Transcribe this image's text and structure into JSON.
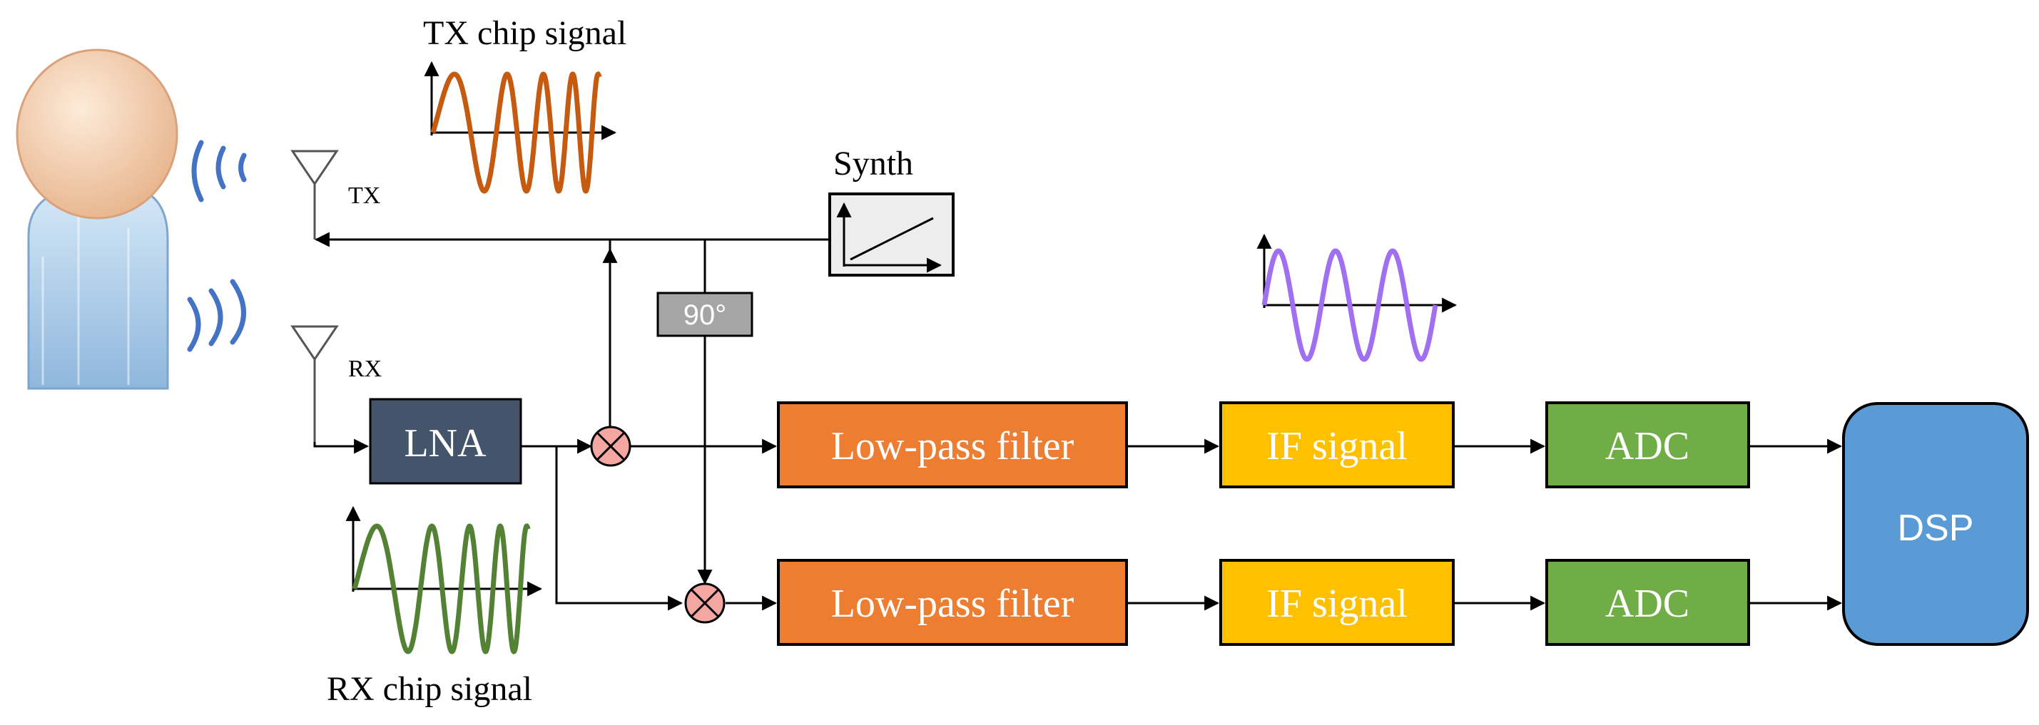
{
  "labels": {
    "tx_chip_signal": "TX chip signal",
    "rx_chip_signal": "RX chip signal",
    "tx": "TX",
    "rx": "RX",
    "synth": "Synth",
    "phase_shift": "90°"
  },
  "blocks": {
    "lna": "LNA",
    "lpf_top": "Low-pass filter",
    "lpf_bottom": "Low-pass filter",
    "if_top": "IF signal",
    "if_bottom": "IF signal",
    "adc_top": "ADC",
    "adc_bottom": "ADC",
    "dsp": "DSP"
  },
  "colors": {
    "tx_wave": "#C55A11",
    "rx_wave": "#548235",
    "if_wave": "#A070F0",
    "lna_fill": "#44546A",
    "lpf_fill": "#ED7D31",
    "if_fill": "#FFC000",
    "adc_fill": "#70AD47",
    "dsp_fill": "#5B9BD5",
    "mixer_fill": "#F4A6A0",
    "phase_fill": "#A5A5A5",
    "synth_fill": "#EDEDED",
    "radar_wave": "#4472C4",
    "person_skin": "#F8D7B9",
    "person_body": "#9DC3E6"
  },
  "icons": {
    "person": "person-icon",
    "antenna": "antenna-icon",
    "mixer": "mixer-icon",
    "ramp": "ramp-icon"
  }
}
